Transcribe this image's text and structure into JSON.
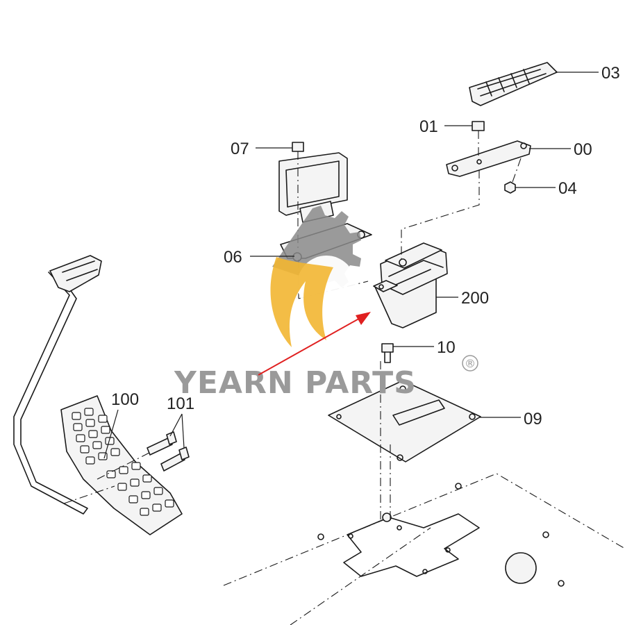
{
  "diagram": {
    "part_labels": {
      "p03": "03",
      "p01": "01",
      "p00": "00",
      "p07": "07",
      "p04": "04",
      "p06": "06",
      "p200": "200",
      "p10": "10",
      "p100": "100",
      "p101": "101",
      "p09": "09"
    },
    "watermark": {
      "brand_text": "YEARN PARTS",
      "registered_mark": "®",
      "logo": "yearn-gear-flame-logo"
    },
    "colors": {
      "line": "#1a1a1a",
      "watermark_gray": "#9a9a9a",
      "logo_yellow": "#f2b632",
      "arrow_red": "#e02020"
    }
  }
}
